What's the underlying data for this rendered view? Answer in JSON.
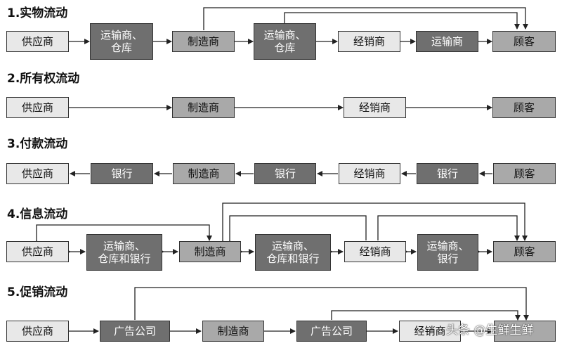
{
  "sections": {
    "s1": "1.实物流动",
    "s2": "2.所有权流动",
    "s3": "3.付款流动",
    "s4": "4.信息流动",
    "s5": "5.促销流动"
  },
  "labels": {
    "supplier": "供应商",
    "transport_warehouse": "运输商、\n仓库",
    "manufacturer": "制造商",
    "dealer": "经销商",
    "carrier": "运输商",
    "customer": "顾客",
    "bank": "银行",
    "transport_warehouse_bank": "运输商、\n仓库和银行",
    "carrier_bank": "运输商、\n银行",
    "ad_agency": "广告公司"
  },
  "watermark": "头条 @生鲜生鲜"
}
